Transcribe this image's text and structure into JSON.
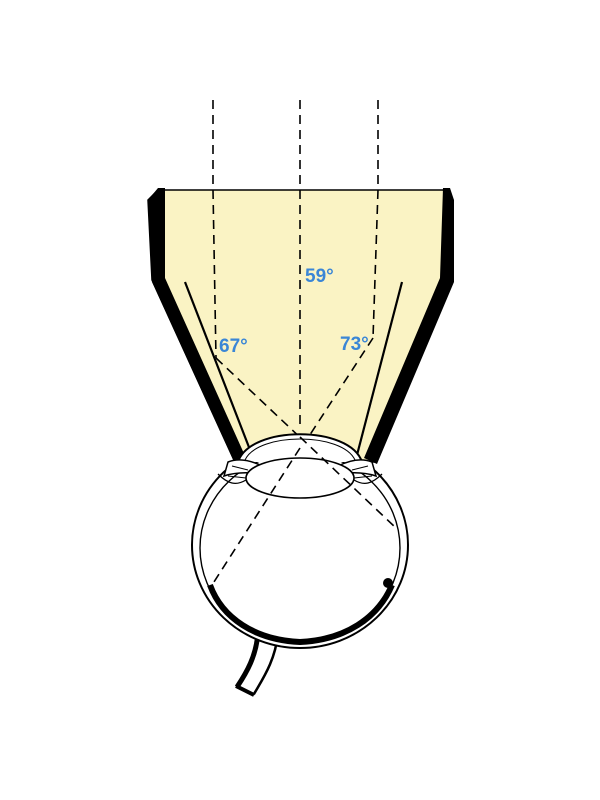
{
  "colors": {
    "lens_fill": "#faf3c4",
    "label": "#3a86d6",
    "ink": "#000000",
    "eye_fill": "#ffffff"
  },
  "labels": {
    "center_angle": "59°",
    "left_angle": "67°",
    "right_angle": "73°"
  }
}
